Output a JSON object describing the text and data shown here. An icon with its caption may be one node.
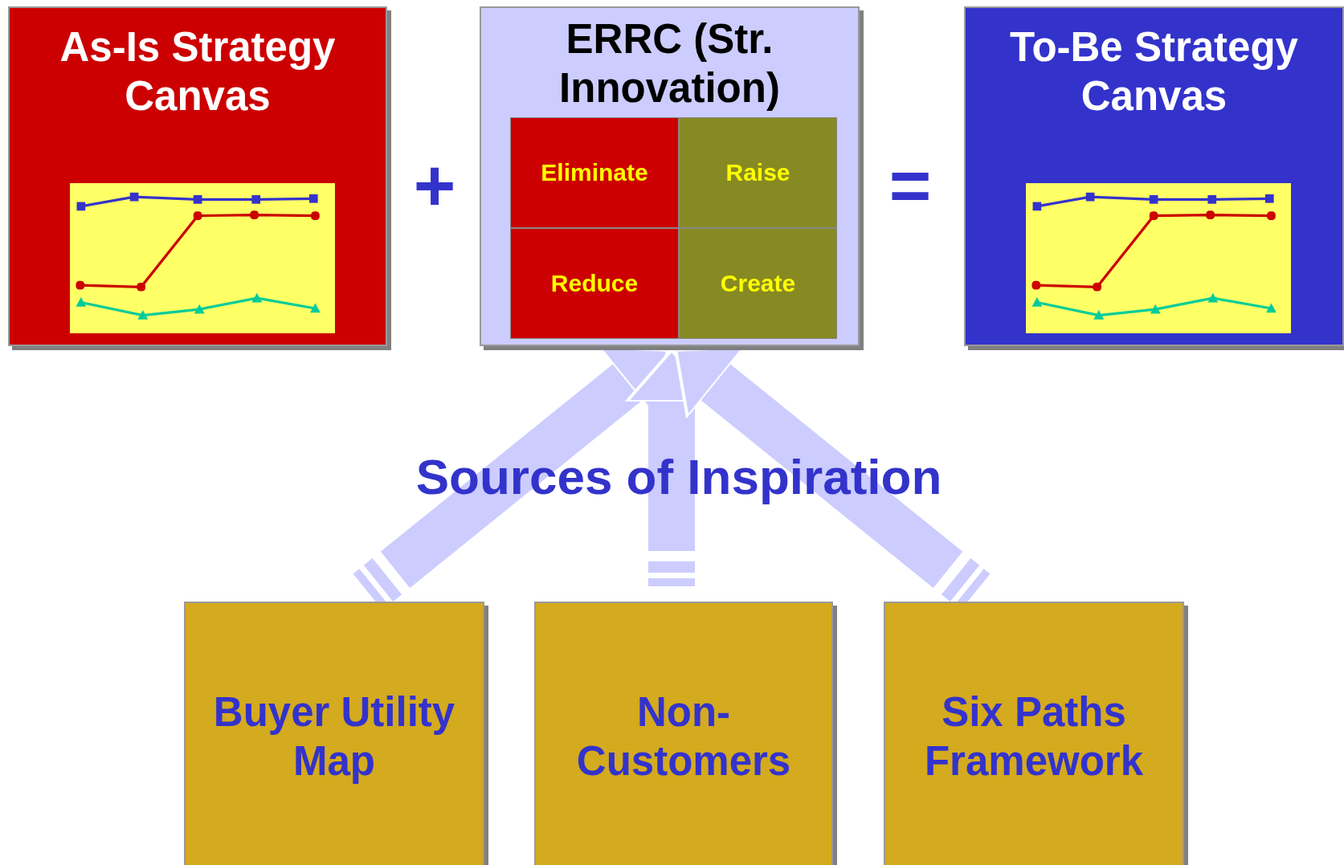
{
  "diagram": {
    "nodes": [
      {
        "text": [
          "As-Is Strategy Canvas"
        ]
      },
      {
        "text": [
          "ERRC (Str. Innovation)"
        ]
      },
      {
        "text": [
          "Eliminate"
        ],
        "in": 1
      },
      {
        "text": [
          "Raise"
        ],
        "in": 1
      },
      {
        "text": [
          "Reduce"
        ],
        "in": 1
      },
      {
        "text": [
          "Create"
        ],
        "in": 1
      },
      {
        "text": [
          "To-Be Strategy Canvas"
        ]
      },
      {
        "text": [
          "Buyer Utility Map"
        ]
      },
      {
        "text": [
          "Non-Customers"
        ]
      },
      {
        "text": [
          "Six Paths Framework"
        ]
      }
    ],
    "edges": [
      {
        "from": 7,
        "to": 1,
        "arrow": "to"
      },
      {
        "from": 8,
        "to": 1,
        "arrow": "to"
      },
      {
        "from": 9,
        "to": 1,
        "arrow": "to"
      }
    ],
    "labels": [
      "+",
      "=",
      "Sources of Inspiration"
    ]
  }
}
